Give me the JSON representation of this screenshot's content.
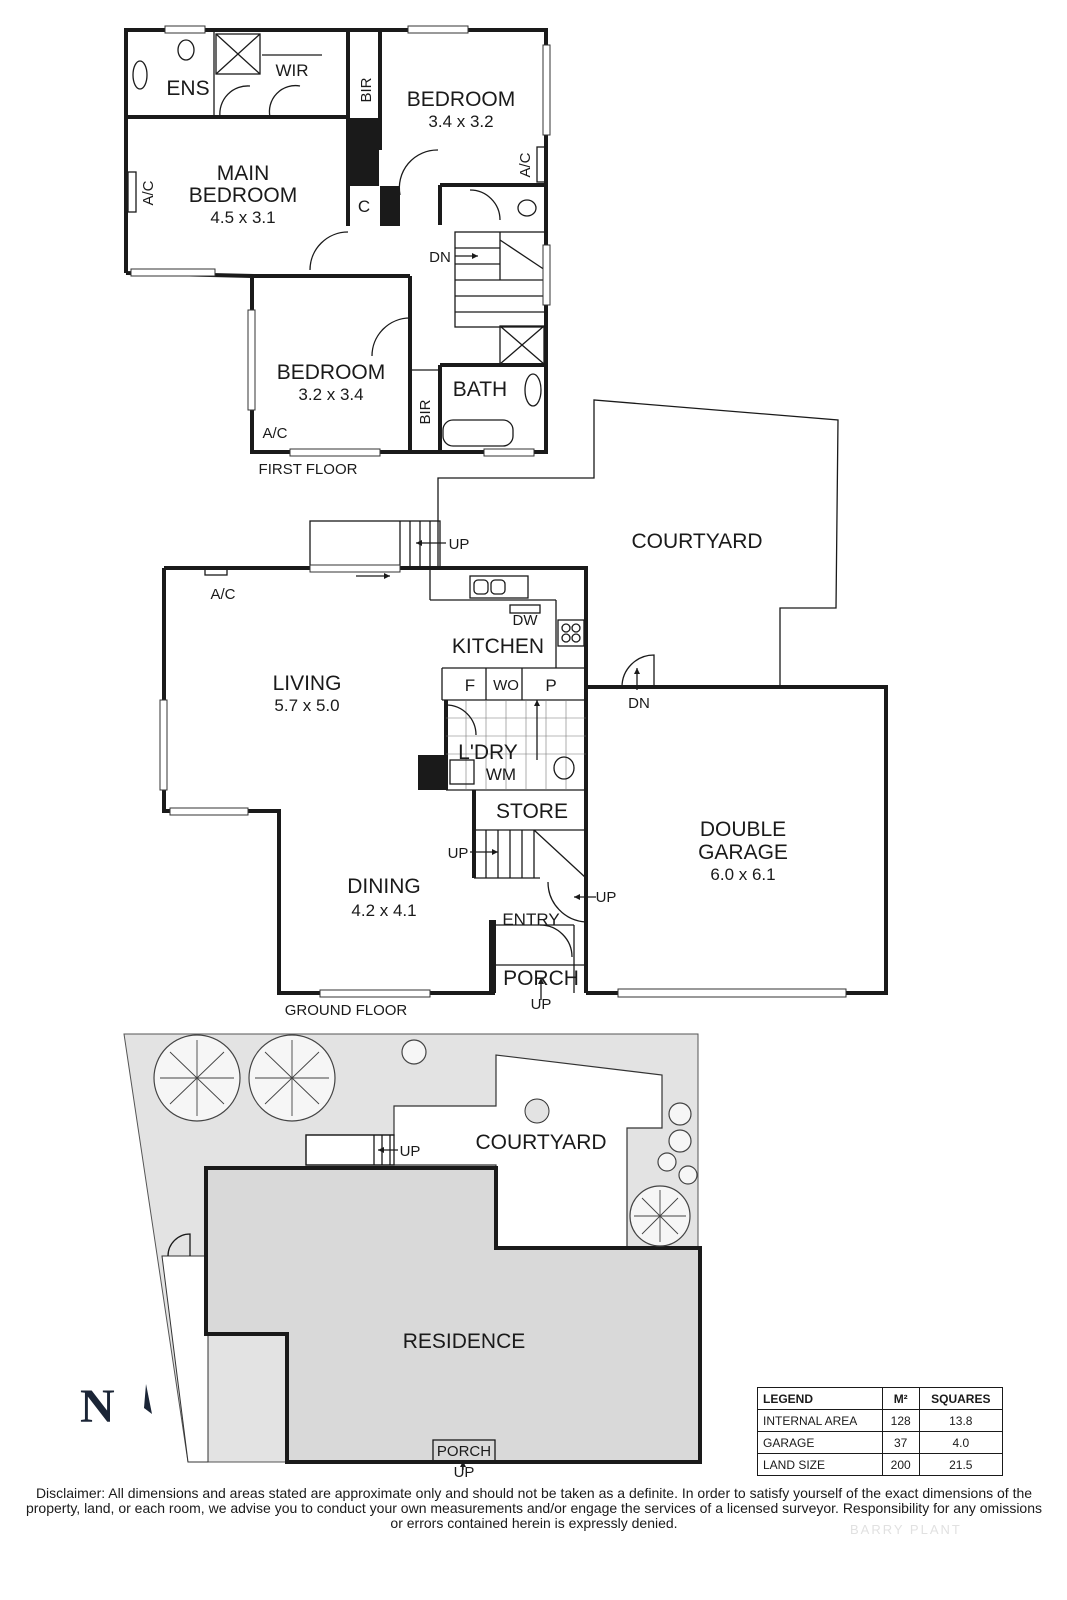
{
  "first_floor": {
    "title": "FIRST FLOOR",
    "rooms": {
      "ens": "ENS",
      "wir": "WIR",
      "bir_top": "BIR",
      "main_bedroom_l1": "MAIN",
      "main_bedroom_l2": "BEDROOM",
      "main_bedroom_dim": "4.5 x 3.1",
      "bedroom_ne": "BEDROOM",
      "bedroom_ne_dim": "3.4 x 3.2",
      "ac_left": "A/C",
      "ac_right": "A/C",
      "c": "C",
      "dn": "DN",
      "bedroom_sw": "BEDROOM",
      "bedroom_sw_dim": "3.2 x 3.4",
      "ac_bottom": "A/C",
      "bir_bottom": "BIR",
      "bath": "BATH"
    }
  },
  "ground_floor": {
    "title": "GROUND FLOOR",
    "rooms": {
      "courtyard": "COURTYARD",
      "up_top": "UP",
      "ac": "A/C",
      "dw": "DW",
      "kitchen": "KITCHEN",
      "f": "F",
      "wo": "WO",
      "p": "P",
      "dn": "DN",
      "living": "LIVING",
      "living_dim": "5.7 x 5.0",
      "ldry": "L'DRY",
      "wm": "WM",
      "store": "STORE",
      "up_stair": "UP",
      "double_garage_l1": "DOUBLE",
      "double_garage_l2": "GARAGE",
      "double_garage_dim": "6.0 x 6.1",
      "dining": "DINING",
      "dining_dim": "4.2 x 4.1",
      "up_garage": "UP",
      "entry": "ENTRY",
      "porch": "PORCH",
      "up_porch": "UP"
    }
  },
  "site_plan": {
    "courtyard": "COURTYARD",
    "up": "UP",
    "residence": "RESIDENCE",
    "porch": "PORCH",
    "porch_up": "UP"
  },
  "north_label": "N",
  "legend": {
    "headers": [
      "LEGEND",
      "M²",
      "SQUARES"
    ],
    "rows": [
      {
        "label": "INTERNAL AREA",
        "m2": "128",
        "squares": "13.8"
      },
      {
        "label": "GARAGE",
        "m2": "37",
        "squares": "4.0"
      },
      {
        "label": "LAND SIZE",
        "m2": "200",
        "squares": "21.5"
      }
    ]
  },
  "disclaimer": "Disclaimer: All dimensions and areas stated are approximate only and should not be taken as a definite. In order to satisfy yourself of the exact dimensions of the property, land, or each room, we advise you to conduct your own measurements and/or engage the services of a licensed surveyor. Responsibility for any omissions or errors contained herein is expressly denied.",
  "watermark": "BARRY PLANT",
  "colors": {
    "wall": "#1a1a1a",
    "site_fill": "#e3e3e3",
    "north": "#1b2536"
  }
}
